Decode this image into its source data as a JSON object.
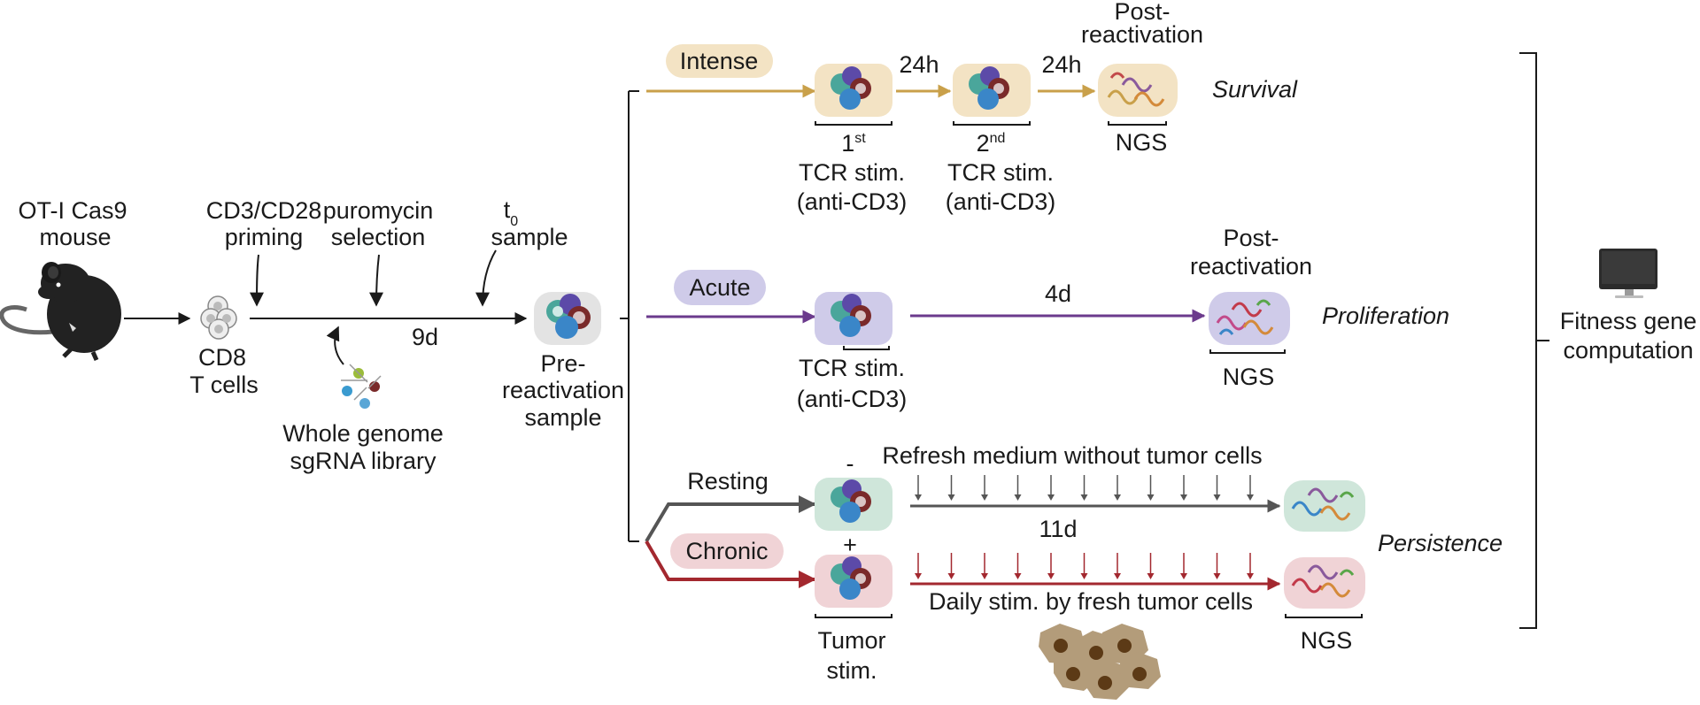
{
  "left": {
    "mouse_label": [
      "OT-I Cas9",
      "mouse"
    ],
    "cd8_label": [
      "CD8",
      "T cells"
    ],
    "priming_label": [
      "CD3/CD28",
      "priming"
    ],
    "selection_label": [
      "puromycin",
      "selection"
    ],
    "t0_main": "t",
    "t0_sub": "0",
    "t0_line2": "sample",
    "duration": "9d",
    "library_label": [
      "Whole genome",
      "sgRNA library"
    ],
    "pre_label": [
      "Pre-",
      "reactivation",
      "sample"
    ]
  },
  "intense": {
    "tag": "Intense",
    "time1": "24h",
    "time2": "24h",
    "post_label": [
      "Post-",
      "reactivation"
    ],
    "stim1_num": "1",
    "stim1_sup": "st",
    "stim2_num": "2",
    "stim2_sup": "nd",
    "stim_line2": "TCR stim.",
    "stim_line3": "(anti-CD3)",
    "ngs": "NGS",
    "outcome": "Survival"
  },
  "acute": {
    "tag": "Acute",
    "duration": "4d",
    "post_label": [
      "Post-",
      "reactivation"
    ],
    "stim_label": [
      "TCR stim.",
      "(anti-CD3)"
    ],
    "ngs": "NGS",
    "outcome": "Proliferation"
  },
  "persist": {
    "resting_tag": "Resting",
    "chronic_tag": "Chronic",
    "minus": "-",
    "plus": "+",
    "refresh_text": "Refresh medium without tumor cells",
    "duration": "11d",
    "daily_text": "Daily stim. by fresh tumor cells",
    "tumor_label": [
      "Tumor",
      "stim."
    ],
    "ngs": "NGS",
    "outcome": "Persistence"
  },
  "right": {
    "fitness_label": [
      "Fitness gene",
      "computation"
    ]
  },
  "colors": {
    "intense": "#c9a04a",
    "intense_bg": "#f3e3c4",
    "acute": "#6b3a8c",
    "acute_bg": "#cfcbe9",
    "resting": "#555555",
    "resting_bg": "#cfe6da",
    "chronic": "#a3282f",
    "chronic_bg": "#f0d3d6",
    "pre_bg": "#e3e3e3"
  }
}
